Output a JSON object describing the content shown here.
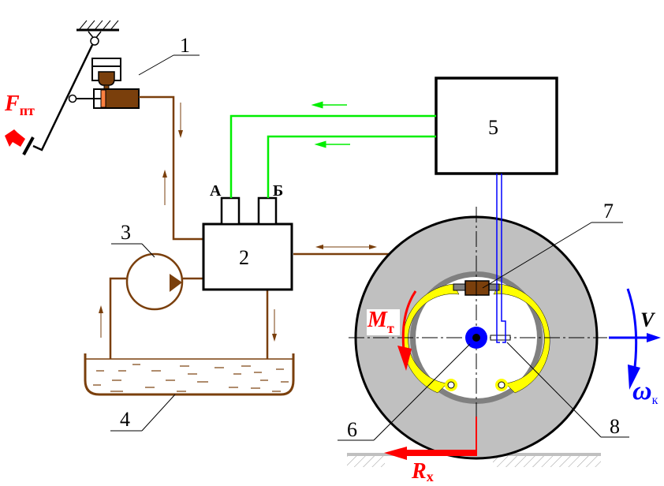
{
  "title": "Brake system with ABS schematic",
  "colors": {
    "hydraulic": "#7a3f0c",
    "signal": "#00ee00",
    "sensor_wire": "#0000ff",
    "force": "#ff0000",
    "wheel": "#c0c0c0",
    "drum": "#808080",
    "shoe_lining": "#ffff00",
    "hub": "#0000ff",
    "piston": "#ff8040"
  },
  "components": {
    "master_cylinder": "1",
    "modulator": "2",
    "pump": "3",
    "reservoir": "4",
    "control_unit": "5",
    "wheel_hub": "6",
    "wheel_cylinder": "7",
    "speed_sensor": "8"
  },
  "ports": {
    "a": "А",
    "b": "Б"
  },
  "forces": {
    "pedal_force": "F",
    "pedal_force_sub": "пт",
    "brake_torque": "M",
    "brake_torque_sub": "т",
    "road_reaction": "R",
    "road_reaction_sub": "x",
    "velocity": "V",
    "angular_velocity": "ω",
    "angular_velocity_sub": "к"
  }
}
